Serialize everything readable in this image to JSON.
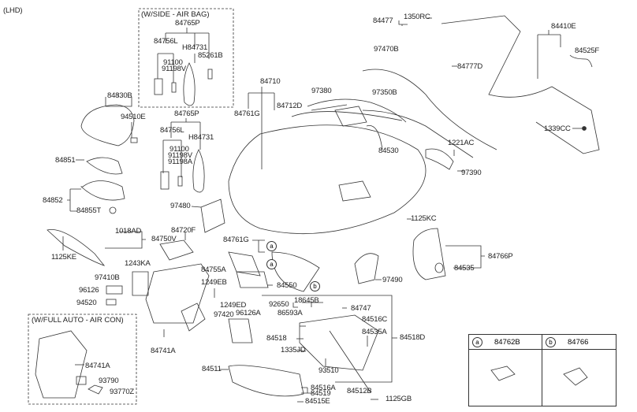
{
  "diagram": {
    "variant": "(LHD)",
    "boxes": {
      "side_airbag": "(W/SIDE - AIR BAG)",
      "full_auto_aircon": "(W/FULL AUTO - AIR CON)"
    },
    "labels": {
      "p84765P_box": "84765P",
      "p84756L_box": "84756L",
      "pH84731_box": "H84731",
      "p85261B": "85261B",
      "p91100_box": "91100",
      "p91198V_box": "91198V",
      "p84765P": "84765P",
      "p84756L": "84756L",
      "pH84731": "H84731",
      "p91100": "91100",
      "p91198V": "91198V",
      "p91198A": "91198A",
      "p97480": "97480",
      "p84830B": "84830B",
      "p94510E": "94510E",
      "p84851": "84851",
      "p84852": "84852",
      "p84855T": "84855T",
      "p1018AD": "1018AD",
      "p84750V": "84750V",
      "p1125KE": "1125KE",
      "p84720F": "84720F",
      "p1243KA": "1243KA",
      "p97410B": "97410B",
      "p96126": "96126",
      "p94520": "94520",
      "p84741A": "84741A",
      "p84741A_box": "84741A",
      "p93790": "93790",
      "p93770Z": "93770Z",
      "p84710": "84710",
      "p84761G_top": "84761G",
      "p84712D": "84712D",
      "p97380": "97380",
      "p84530": "84530",
      "p84477": "84477",
      "p1350RC": "1350RC",
      "p97470B": "97470B",
      "p84777D": "84777D",
      "p97350B": "97350B",
      "p84410E": "84410E",
      "p84525F": "84525F",
      "p1339CC": "1339CC",
      "p1221AC": "1221AC",
      "p97390": "97390",
      "p1125KC": "1125KC",
      "p84766P": "84766P",
      "p84535": "84535",
      "p84761G": "84761G",
      "p84755A": "84755A",
      "p84550": "84550",
      "p97490": "97490",
      "p1249EB": "1249EB",
      "p1249ED": "1249ED",
      "p96126A": "96126A",
      "p97420": "97420",
      "p92650": "92650",
      "p18645B": "18645B",
      "p84747": "84747",
      "p86593A": "86593A",
      "p84516C": "84516C",
      "p84518": "84518",
      "p84535A": "84535A",
      "p84518D": "84518D",
      "p1335JD": "1335JD",
      "p93510": "93510",
      "p84511": "84511",
      "p84516A": "84516A",
      "p84519": "84519",
      "p84512B": "84512B",
      "p84515E": "84515E",
      "p1125GB": "1125GB"
    },
    "callouts": {
      "a": "a",
      "b": "b"
    },
    "legend": [
      {
        "key": "a",
        "part": "84762B"
      },
      {
        "key": "b",
        "part": "84766"
      }
    ]
  }
}
